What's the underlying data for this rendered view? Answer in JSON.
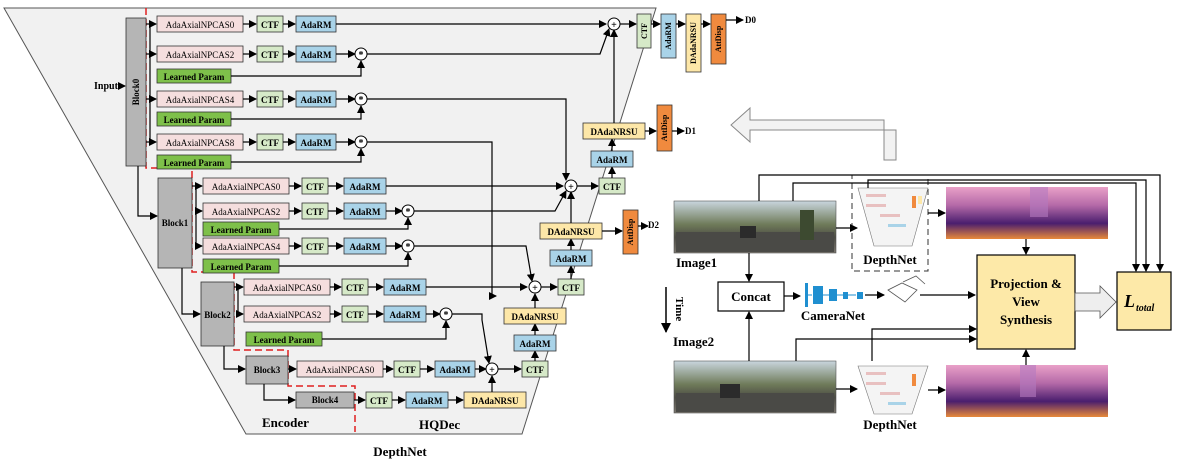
{
  "labels": {
    "input": "Input",
    "block0": "Block0",
    "block1": "Block1",
    "block2": "Block2",
    "block3": "Block3",
    "block4": "Block4",
    "encoder": "Encoder",
    "hqdec": "HQDec",
    "depthnet_caption": "DepthNet",
    "d0": "D0",
    "d1": "D1",
    "d2": "D2"
  },
  "modules": {
    "axial0": "AdaAxialNPCAS0",
    "axial2": "AdaAxialNPCAS2",
    "axial4": "AdaAxialNPCAS4",
    "axial8": "AdaAxialNPCAS8",
    "ctf": "CTF",
    "adarm": "AdaRM",
    "learned": "Learned Param",
    "dadanrsu": "DAdaNRSU",
    "attdisp": "AttDisp",
    "plus": "+",
    "mul": "*"
  },
  "pipeline": {
    "image1": "Image1",
    "image2": "Image2",
    "time": "Time",
    "concat": "Concat",
    "cameranet": "CameraNet",
    "depthnet_top": "DepthNet",
    "depthnet_bottom": "DepthNet",
    "projection_l1": "Projection &",
    "projection_l2": "View",
    "projection_l3": "Synthesis",
    "loss_main": "L",
    "loss_sub": "total"
  },
  "colors": {
    "trapezoid": "#f1f1f1",
    "axial": "#f5dede",
    "ctf": "#d6e9c8",
    "adarm": "#a9d3e8",
    "learned": "#7ec04a",
    "dadanrsu": "#fde7a8",
    "attdisp": "#f08a3e",
    "block": "#b5b5b5",
    "projection": "#fde9a8",
    "dashed_red": "#e02020"
  }
}
